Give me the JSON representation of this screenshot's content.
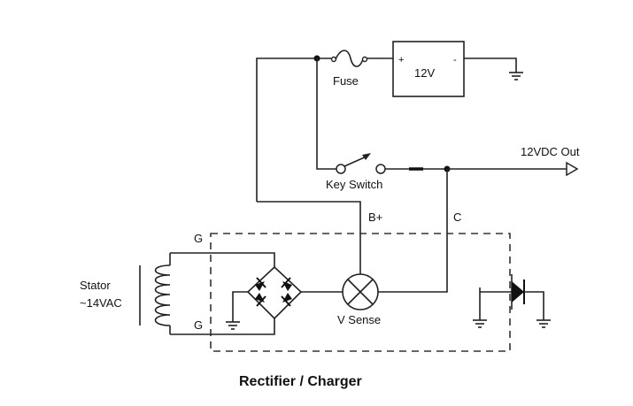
{
  "labels": {
    "fuse": "Fuse",
    "battery": "12V",
    "battery_plus": "+",
    "battery_minus": "-",
    "output": "12VDC Out",
    "key_switch": "Key Switch",
    "b_plus": "B+",
    "c": "C",
    "g_top": "G",
    "g_bottom": "G",
    "stator_line1": "Stator",
    "stator_line2": "~14VAC",
    "v_sense": "V Sense",
    "title": "Rectifier / Charger"
  }
}
